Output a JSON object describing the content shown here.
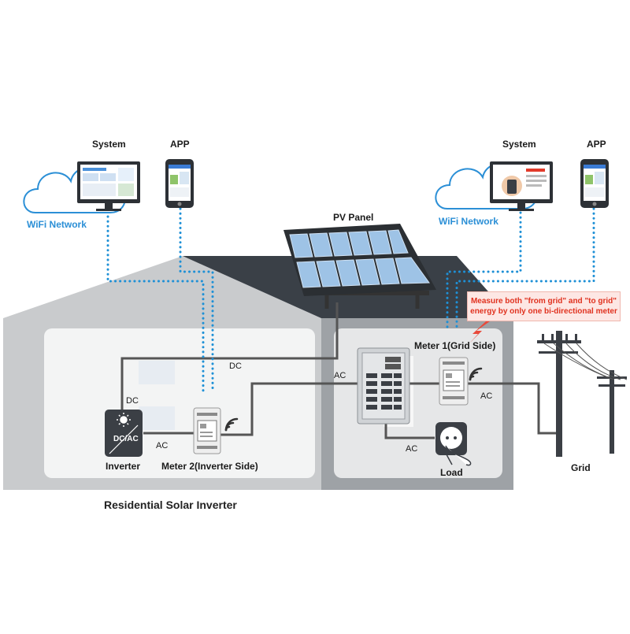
{
  "labels": {
    "system_left": "System",
    "app_left": "APP",
    "wifi_left": "WiFi Network",
    "system_right": "System",
    "app_right": "APP",
    "wifi_right": "WiFi Network",
    "pv_panel": "PV Panel",
    "meter1": "Meter 1(Grid Side)",
    "meter2": "Meter 2(Inverter Side)",
    "inverter": "Inverter",
    "inverter_face": "DC/AC",
    "load": "Load",
    "grid": "Grid",
    "house_title": "Residential Solar Inverter",
    "dc_top": "DC",
    "dc_left": "DC",
    "ac_inverter": "AC",
    "ac_panel": "AC",
    "ac_load": "AC",
    "ac_grid": "AC"
  },
  "callout": {
    "line1": "Measure both \"from grid\" and \"to grid\"",
    "line2": "energy by only one bi-directional meter"
  },
  "colors": {
    "wifi_dots": "#1e90d6",
    "callout_text": "#e0321f",
    "callout_arrow": "#e8493a",
    "wire": "#555555",
    "roof": "#3a4047",
    "wall": "#c9cbcd"
  },
  "icons": [
    "cloud-icon",
    "monitor-icon",
    "phone-icon",
    "wifi-signal-icon",
    "solar-panel-icon",
    "electric-pole-icon",
    "plug-icon",
    "sun-icon"
  ]
}
